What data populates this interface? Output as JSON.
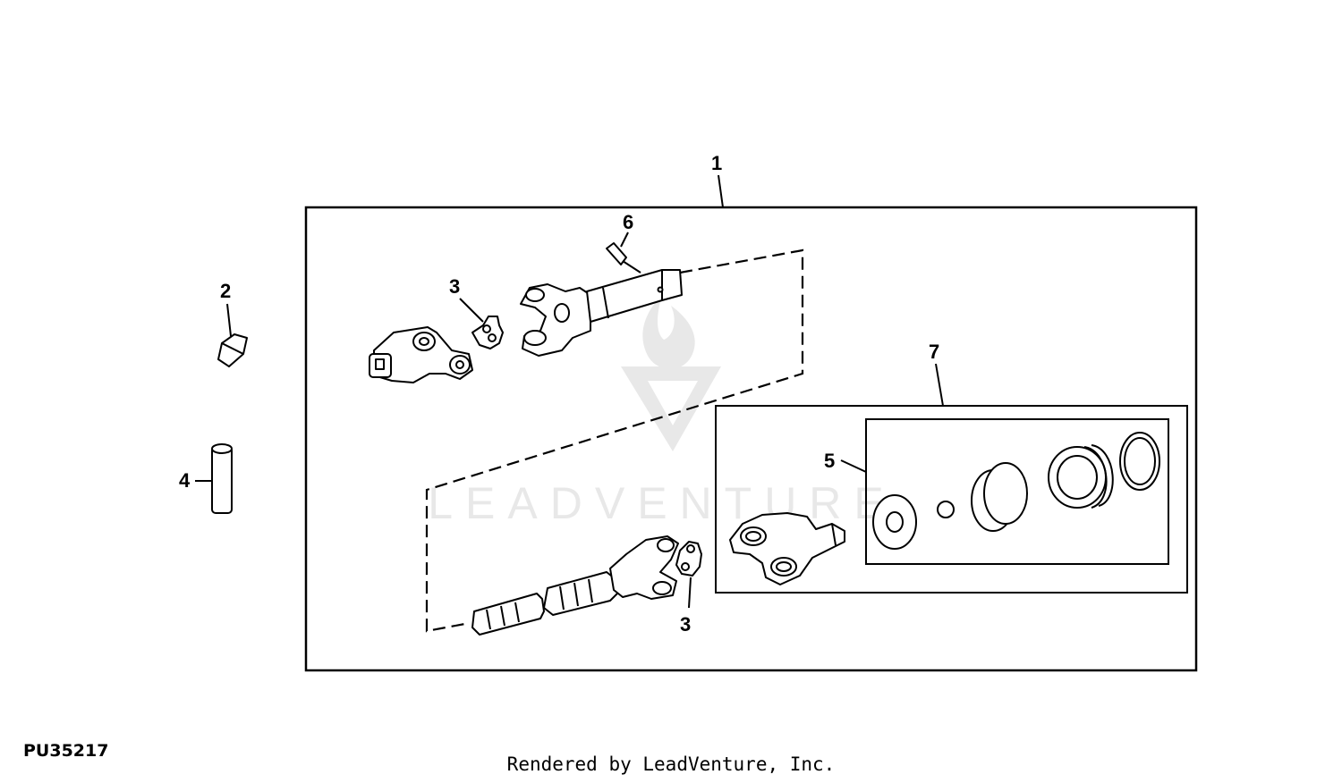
{
  "diagram": {
    "callouts": {
      "c1": "1",
      "c2": "2",
      "c3a": "3",
      "c3b": "3",
      "c4": "4",
      "c5": "5",
      "c6": "6",
      "c7": "7"
    },
    "watermark": "LEADVENTURE",
    "reference_code": "PU35217"
  },
  "footer": {
    "credit": "Rendered by LeadVenture, Inc."
  }
}
